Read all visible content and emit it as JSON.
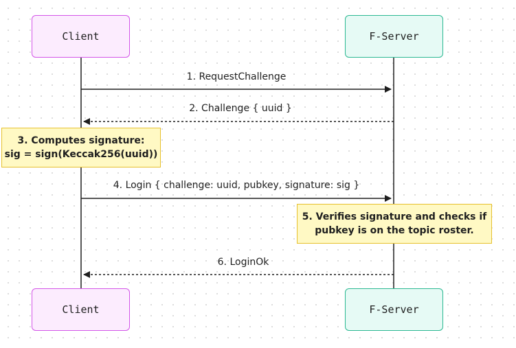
{
  "participants": {
    "client": "Client",
    "server": "F-Server"
  },
  "messages": [
    {
      "text": "1. RequestChallenge"
    },
    {
      "text": "2. Challenge { uuid }"
    },
    {
      "text": "4. Login { challenge: uuid, pubkey, signature: sig }"
    },
    {
      "text": "6. LoginOk"
    }
  ],
  "notes": [
    {
      "lines": [
        "3. Computes signature:",
        "sig = sign(Keccak256(uuid))"
      ]
    },
    {
      "lines": [
        "5. Verifies signature and checks if",
        "pubkey is on the topic roster."
      ]
    }
  ],
  "colors": {
    "client_fill": "#fcecfe",
    "client_border": "#d355e8",
    "server_fill": "#e6faf5",
    "server_border": "#2bb891",
    "note_fill": "#fff9c4",
    "note_border": "#e6c02e",
    "line": "#1e1e1e"
  }
}
